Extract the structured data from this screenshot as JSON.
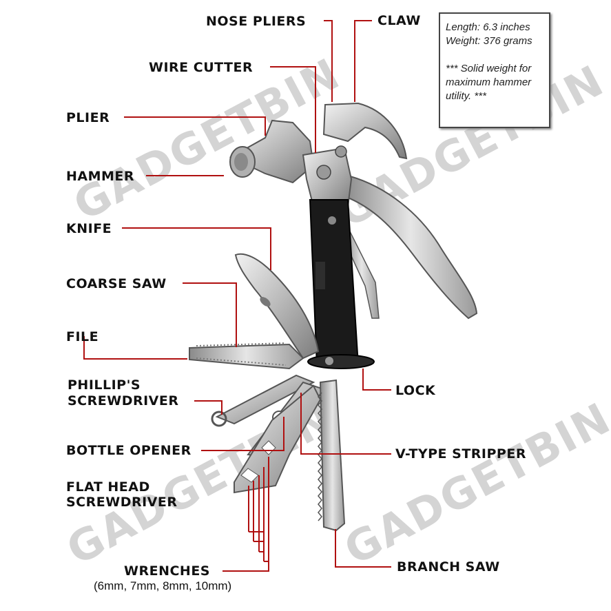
{
  "labels": {
    "nose_pliers": "NOSE PLIERS",
    "claw": "CLAW",
    "wire_cutter": "WIRE CUTTER",
    "plier": "PLIER",
    "hammer": "HAMMER",
    "knife": "KNIFE",
    "coarse_saw": "COARSE SAW",
    "file": "FILE",
    "phillips_line1": "PHILLIP'S",
    "phillips_line2": "SCREWDRIVER",
    "bottle_opener": "BOTTLE OPENER",
    "flat_line1": "FLAT HEAD",
    "flat_line2": "SCREWDRIVER",
    "wrenches": "WRENCHES",
    "wrench_sizes": "(6mm, 7mm, 8mm, 10mm)",
    "lock": "LOCK",
    "v_stripper": "V-TYPE STRIPPER",
    "branch_saw": "BRANCH SAW"
  },
  "info": {
    "length": "Length: 6.3 inches",
    "weight": "Weight: 376 grams",
    "note": "*** Solid weight for maximum hammer utility. ***"
  },
  "watermark": "GADGETBIN",
  "colors": {
    "leader": "#b01010",
    "text": "#111111",
    "handle": "#1a1a1a",
    "steel": "#c9c9c9"
  }
}
